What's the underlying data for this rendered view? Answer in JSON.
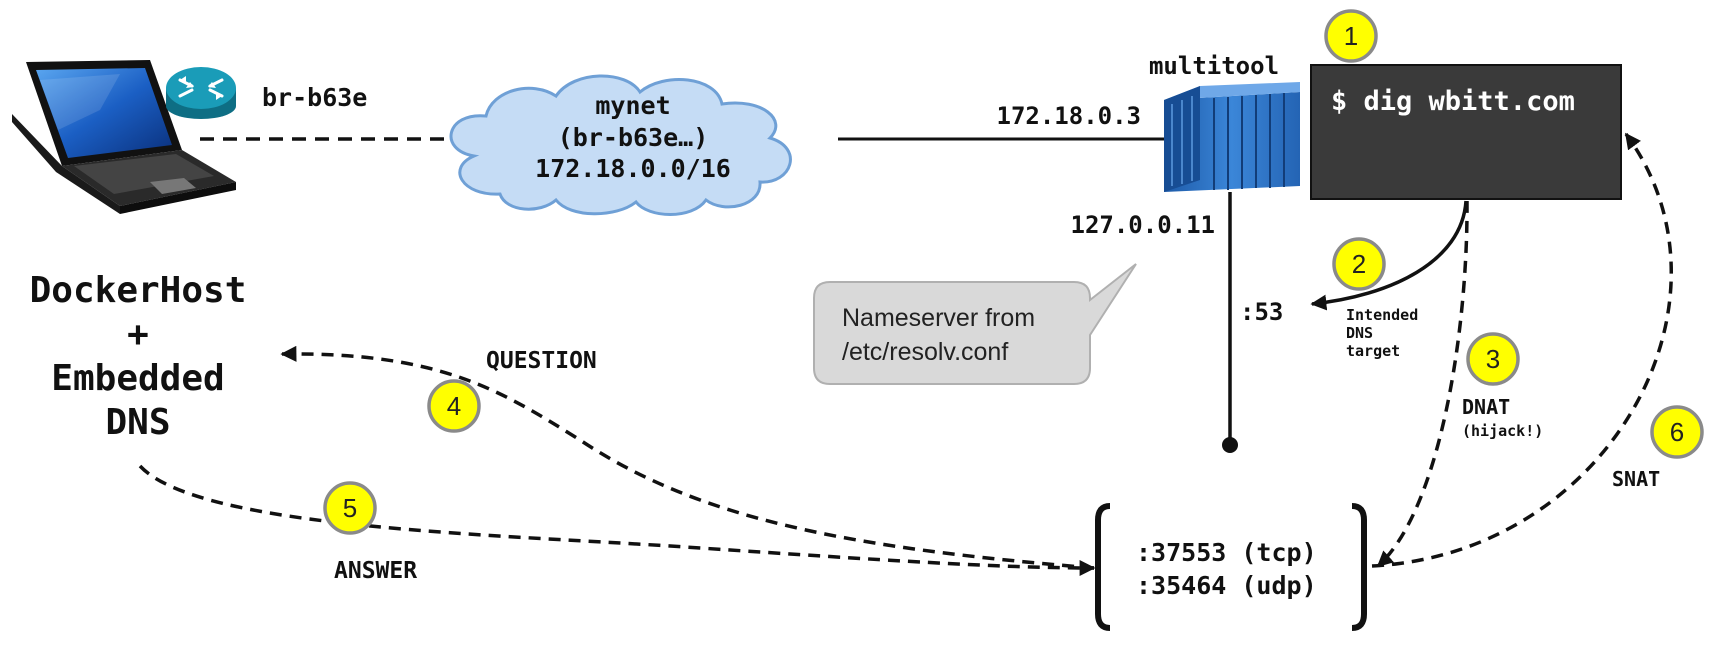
{
  "host": {
    "bridge_label": "br-b63e",
    "title_lines": [
      "DockerHost",
      "+",
      "Embedded",
      "DNS"
    ]
  },
  "network": {
    "lines": [
      "mynet",
      "(br-b63e…)",
      "172.18.0.0/16"
    ]
  },
  "container": {
    "name": "multitool",
    "ip": "172.18.0.3",
    "loopback_ip": "127.0.0.11",
    "port": ":53"
  },
  "terminal": {
    "command": "$ dig wbitt.com",
    "background": "#3a3a3a"
  },
  "callout": {
    "lines": [
      "Nameserver from",
      "/etc/resolv.conf"
    ]
  },
  "labels": {
    "question": "QUESTION",
    "answer": "ANSWER",
    "intended": [
      "Intended",
      "DNS",
      "target"
    ],
    "dnat": "DNAT",
    "dnat_note": "(hijack!)",
    "snat": "SNAT"
  },
  "ports": {
    "lines": [
      ":37553 (tcp)",
      ":35464 (udp)"
    ]
  },
  "steps": [
    "1",
    "2",
    "3",
    "4",
    "5",
    "6"
  ],
  "colors": {
    "step_fill": "#ffff00",
    "step_border": "#8a8a8a",
    "cloud_fill": "#c5dcf5",
    "cloud_stroke": "#6fa0d6",
    "container_blue": "#2f73c4",
    "router_teal": "#1a8fa8",
    "callout_fill": "#d9d9d9"
  },
  "icons": [
    "laptop-icon",
    "router-icon",
    "cloud-icon",
    "container-icon"
  ]
}
